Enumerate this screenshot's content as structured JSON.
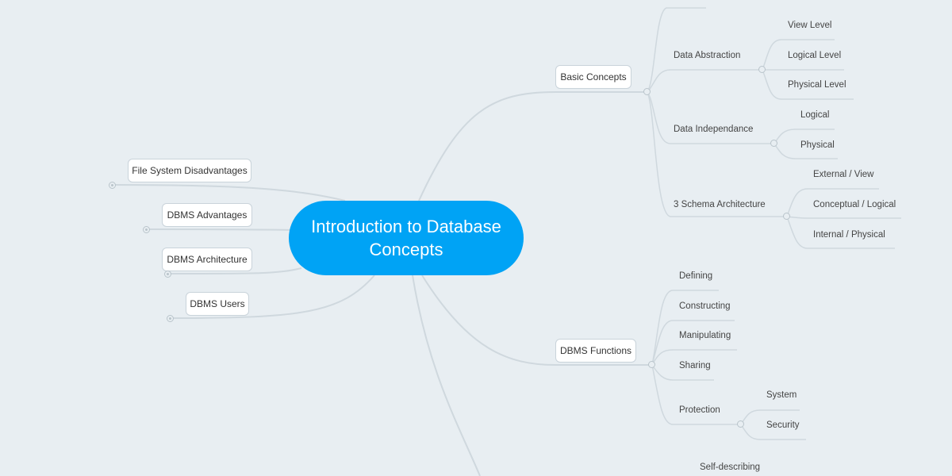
{
  "root": {
    "title": "Introduction to Database Concepts"
  },
  "left_topics": [
    {
      "label": "File System Disadvantages"
    },
    {
      "label": "DBMS Advantages"
    },
    {
      "label": "DBMS Architecture"
    },
    {
      "label": "DBMS Users"
    }
  ],
  "basic_concepts": {
    "label": "Basic Concepts",
    "data_abstraction": {
      "label": "Data Abstraction",
      "children": [
        "View Level",
        "Logical Level",
        "Physical Level"
      ]
    },
    "data_independance": {
      "label": "Data Independance",
      "children": [
        "Logical",
        "Physical"
      ]
    },
    "schema_architecture": {
      "label": "3 Schema Architecture",
      "children": [
        "External / View",
        "Conceptual / Logical",
        "Internal /  Physical"
      ]
    }
  },
  "dbms_functions": {
    "label": "DBMS Functions",
    "children": [
      "Defining",
      "Constructing",
      "Manipulating",
      "Sharing"
    ],
    "protection": {
      "label": "Protection",
      "children": [
        "System",
        "Security"
      ]
    }
  },
  "cutoff_topic": {
    "label": "Self-describing"
  },
  "colors": {
    "root_bg": "#00a3f5",
    "line": "#cfd8de",
    "background": "#e8eef2"
  }
}
